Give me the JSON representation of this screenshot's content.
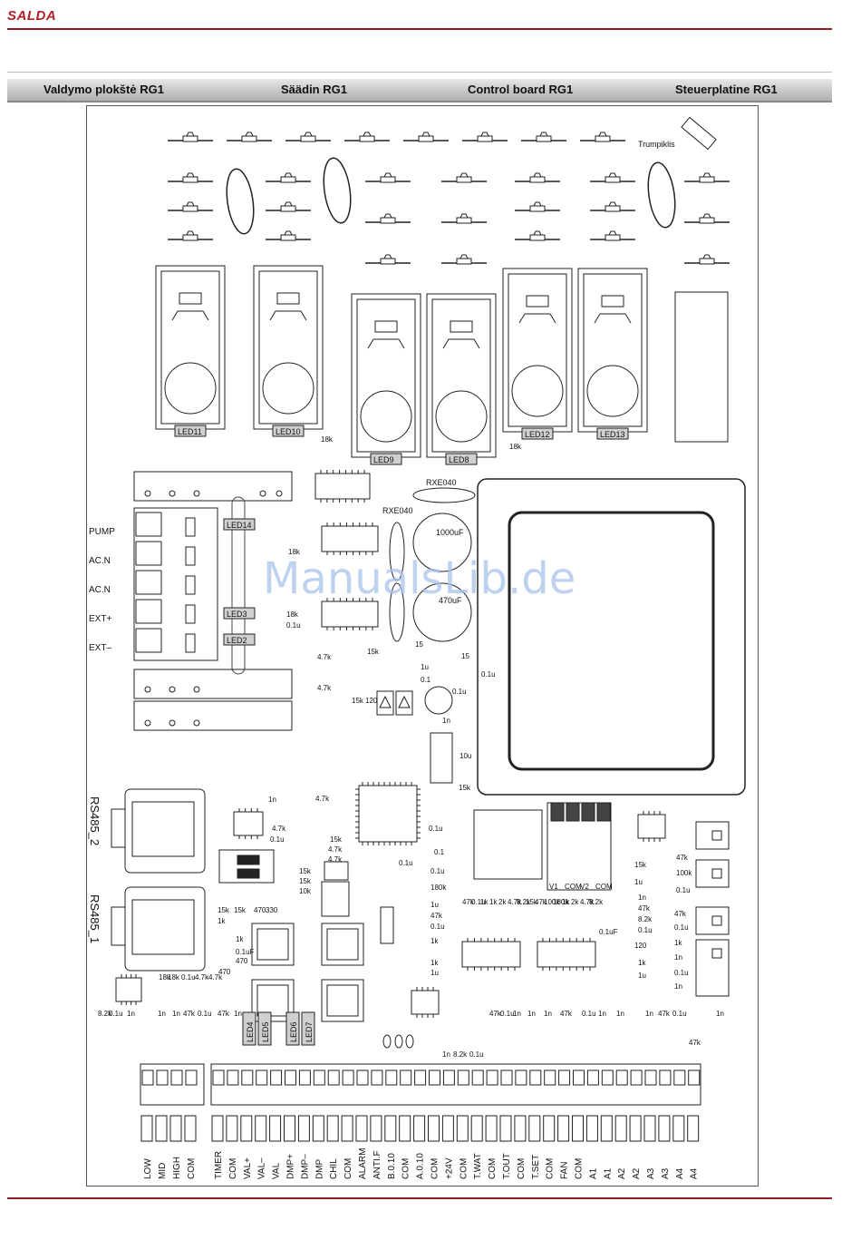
{
  "header": {
    "brand": "SALDA"
  },
  "title_bar": {
    "lt": "Valdymo plokštė RG1",
    "fi": "Säädin RG1",
    "en": "Control board RG1",
    "de": "Steuerplatine RG1"
  },
  "board": {
    "jumper_label": "Trumpiklis",
    "leds_top": [
      "LED11",
      "LED10",
      "LED9",
      "LED8",
      "LED12",
      "LED13"
    ],
    "leds_side": [
      "LED14",
      "LED3",
      "LED2"
    ],
    "leds_bottom": [
      "LED4",
      "LED5",
      "LED6",
      "LED7"
    ],
    "left_terminals": [
      "PUMP",
      "AC.N",
      "AC.N",
      "EXT+",
      "EXT–"
    ],
    "rs485": [
      "RS485_2",
      "RS485_1"
    ],
    "capacitors": [
      "1000uF",
      "470uF"
    ],
    "rxe": [
      "RXE040",
      "RXE040"
    ],
    "valve_labels": [
      "V1",
      "COM",
      "V2",
      "COM"
    ],
    "small_values": [
      "18k",
      "18k",
      "0.1u",
      "4.7k",
      "4.7k",
      "15k",
      "15k",
      "120",
      "15",
      "15",
      "1u",
      "0.1",
      "0.1u",
      "0.1u",
      "1n",
      "10u",
      "15k",
      "0.1u",
      "0.1u",
      "0.1",
      "1n",
      "0.1u",
      "4.7k",
      "4.7k",
      "15k",
      "4.7k",
      "4.7k",
      "15k",
      "15k",
      "10k",
      "15k",
      "15k",
      "470",
      "330",
      "1k",
      "1k",
      "0.1uF",
      "470",
      "470",
      "0.1uF",
      "0.1u",
      "180k",
      "1u",
      "47k",
      "0.1u",
      "1k",
      "1k",
      "1u",
      "47k",
      "0.1u",
      "1k",
      "1k",
      "2k",
      "4.7k",
      "8.2k",
      "15k",
      "47k",
      "100k",
      "180k",
      "1k",
      "2k",
      "4.7k",
      "8.2k",
      "15k",
      "47k",
      "100k",
      "1u",
      "0.1u",
      "1n",
      "47k",
      "8.2k",
      "0.1u",
      "120",
      "1k",
      "1u",
      "47k",
      "0.1u",
      "1k",
      "1n",
      "0.1u",
      "1n",
      "8.2k",
      "0.1u",
      "1n",
      "1n",
      "1n",
      "47k",
      "0.1u",
      "47k",
      "1n",
      "1n",
      "8.2k",
      "0.1u",
      "47k",
      "0.1u",
      "1n",
      "1n",
      "1n",
      "47k",
      "0.1u",
      "1n",
      "1n",
      "1n",
      "47k",
      "0.1u",
      "47k",
      "1n"
    ],
    "bottom_terminals": [
      "LOW",
      "MID",
      "HIGH",
      "COM",
      "TIMER",
      "COM",
      "VAL+",
      "VAL–",
      "VAL",
      "DMP+",
      "DMP–",
      "DMP",
      "CHIL",
      "COM",
      "ALARM",
      "ANTI.F",
      "B.0.10",
      "COM",
      "A.0.10",
      "COM",
      "+24V",
      "COM",
      "T.WAT",
      "COM",
      "T.OUT",
      "COM",
      "T.SET",
      "COM",
      "FAN",
      "COM",
      "A1",
      "A1",
      "A2",
      "A2",
      "A3",
      "A3",
      "A4",
      "A4"
    ]
  },
  "watermark": "ManualsLib.de"
}
